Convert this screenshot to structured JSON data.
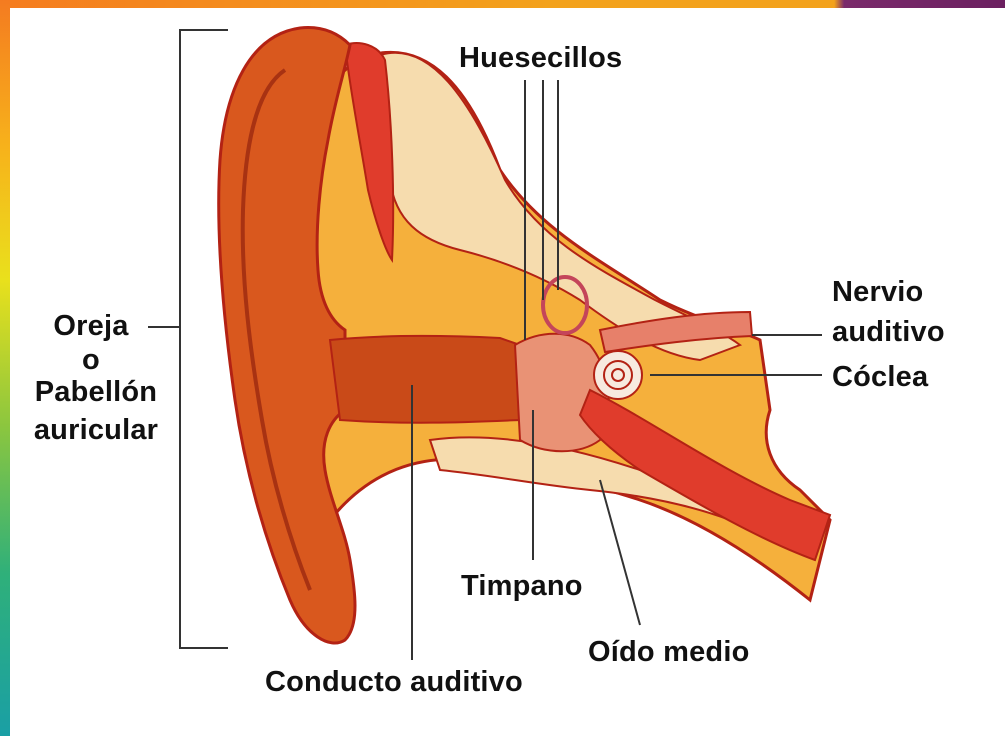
{
  "labels": {
    "huesecillos": "Huesecillos",
    "nervio_line1": "Nervio",
    "nervio_line2": "auditivo",
    "coclea": "Cóclea",
    "oreja_line1": "Oreja",
    "oreja_line2": "o",
    "oreja_line3": "Pabellón",
    "oreja_line4": "auricular",
    "timpano": "Timpano",
    "oido_medio": "Oído medio",
    "conducto": "Conducto auditivo"
  },
  "colors": {
    "outer_ear": "#d9581e",
    "outline": "#b32214",
    "fat_tissue": "#f5b03c",
    "bone": "#f6dcae",
    "canal": "#c94a18",
    "muscle": "#e03c2c"
  }
}
